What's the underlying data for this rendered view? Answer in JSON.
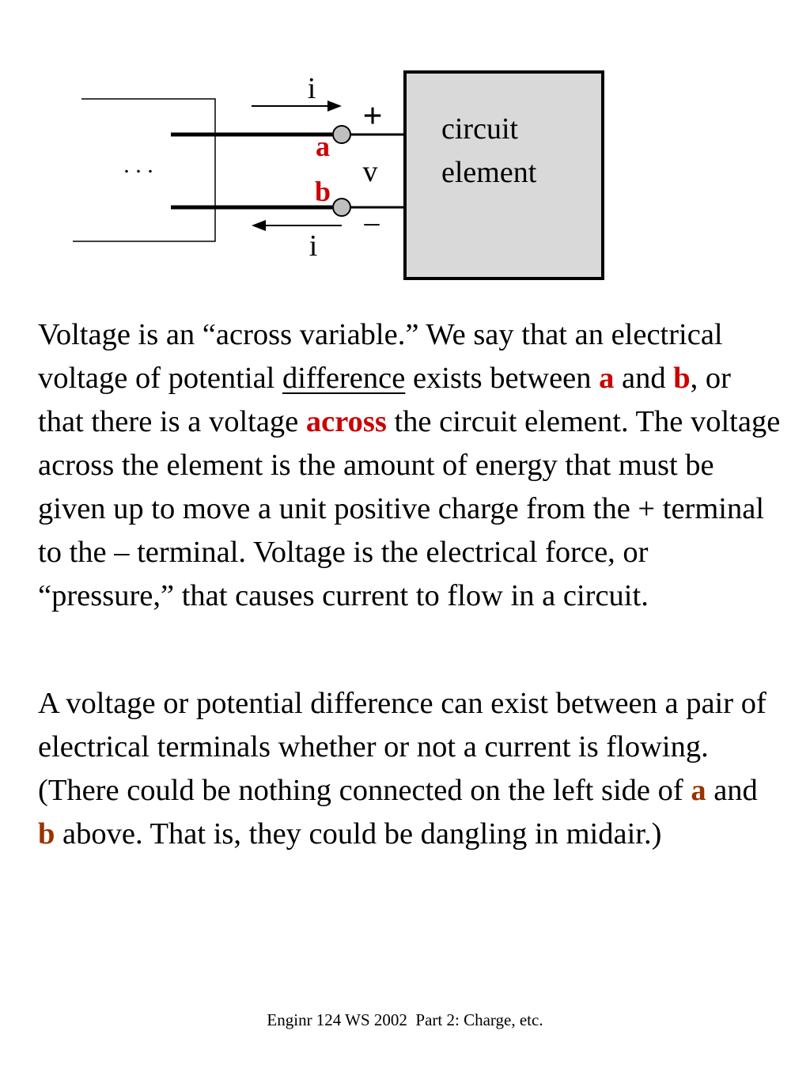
{
  "diagram": {
    "ellipsis": ". . .",
    "current_top": "i",
    "current_bottom": "i",
    "plus": "+",
    "minus": "–",
    "voltage": "v",
    "node_a": "a",
    "node_b": "b",
    "element_line1": "circuit",
    "element_line2": "element",
    "colors": {
      "box_fill": "#d9d9d9",
      "node_fill": "#bfbfbf",
      "label_red": "#cc0000"
    }
  },
  "para1": {
    "s1": "Voltage is an “across variable.” We say that an electrical voltage of potential ",
    "u1": "difference",
    "s2": " exists between ",
    "a": "a",
    "s3": " and ",
    "b": "b",
    "s4": ", or that there is a voltage ",
    "across": "across",
    "s5": " the circuit element. The voltage across the element is the amount of energy that must be given up to move a unit positive charge from the + terminal to the – terminal. Voltage is the electrical force, or “pressure,” that causes current to flow in a circuit."
  },
  "para2": {
    "s1": "A voltage or potential difference can exist between a pair of electrical terminals whether or not a current is flowing. (There could be nothing connected on the left side of ",
    "a": "a",
    "s2": " and ",
    "b": "b",
    "s3": " above. That is, they could be dangling in midair.)"
  },
  "footer": "Enginr 124 WS 2002  Part 2: Charge, etc."
}
